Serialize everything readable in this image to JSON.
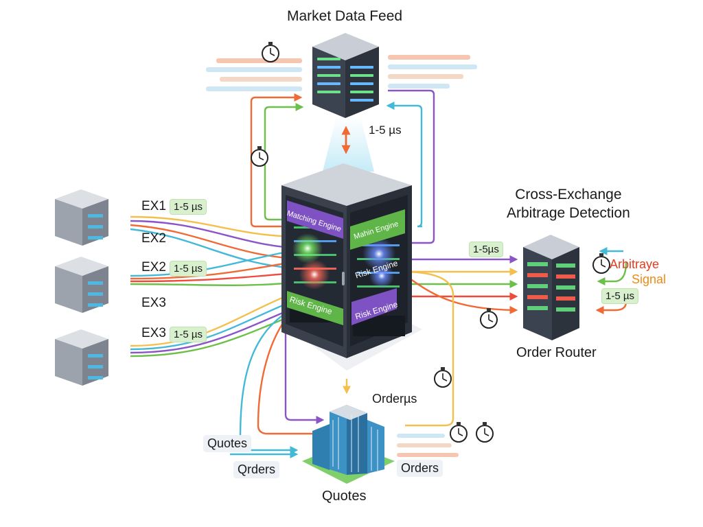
{
  "title_top": "Market Data Feed",
  "title_right_line1": "Cross-Exchange",
  "title_right_line2": "Arbitrage Detection",
  "router_label": "Order Router",
  "bottom_label": "Quotes",
  "latency": "1-5 µs",
  "latency_compact": "1-5µs",
  "exchanges": [
    {
      "label": "EX1",
      "latency": "1-5 µs"
    },
    {
      "label": "EX2",
      "latency": ""
    },
    {
      "label": "EX2",
      "latency": "1-5 µs"
    },
    {
      "label": "EX3",
      "latency": ""
    },
    {
      "label": "EX3",
      "latency": "1-5 µs"
    }
  ],
  "engine_labels": {
    "front_top": "Matching Engine",
    "front_bottom": "Risk Engine",
    "side_top": "Mahin Engine",
    "side_mid": "Risk Engine",
    "side_bottom": "Risk Engine"
  },
  "arbitrage_line1": "Arbitraye",
  "arbitrage_line2": "Signal",
  "orderus_label": "Orderµs",
  "bottom_tags": {
    "quotes": "Quotes",
    "orders_left": "Qrders",
    "orders_right": "Orders"
  },
  "colors": {
    "orange": "#ef6a35",
    "purple": "#8a55c7",
    "cyan": "#43b9d8",
    "green": "#6cc04a",
    "yellow": "#f3c04e",
    "red": "#ee4b3a"
  },
  "icons": [
    "stopwatch-icon",
    "server-rack-icon",
    "office-building-icon"
  ]
}
